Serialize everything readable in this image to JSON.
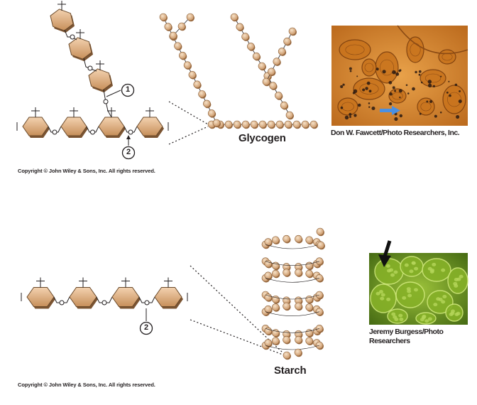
{
  "glycogen": {
    "label": "Glycogen",
    "callout_1": "1",
    "callout_2": "2",
    "copyright": "Copyright © John Wiley & Sons, Inc. All rights reserved.",
    "photo_credit": "Don W. Fawcett/Photo Researchers, Inc."
  },
  "starch": {
    "label": "Starch",
    "callout_2": "2",
    "copyright": "Copyright © John Wiley & Sons, Inc. All rights reserved.",
    "photo_credit_line1": "Jeremy Burgess/Photo",
    "photo_credit_line2": "Researchers"
  },
  "colors": {
    "hexagon_fill": "#e8b98c",
    "hexagon_edge": "#6b4a2a",
    "bead_fill": "#ddb48c",
    "micrograph_glycogen": "#d98a2a",
    "micrograph_starch": "#6f9a1e",
    "arrow_blue": "#4a90e2",
    "arrow_black": "#111111"
  },
  "icons": [
    "circled-number-1",
    "circled-number-2",
    "pointer-arrow-blue",
    "pointer-arrow-black"
  ]
}
